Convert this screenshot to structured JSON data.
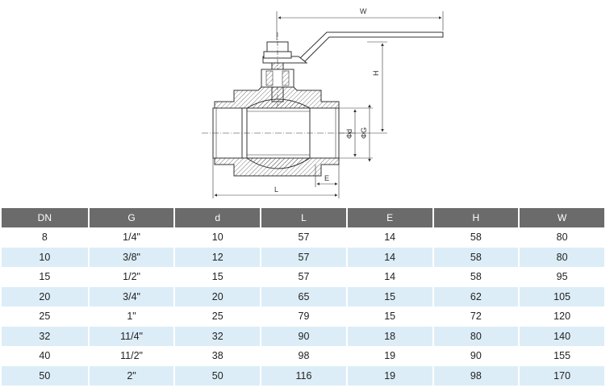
{
  "drawing": {
    "dimension_labels": {
      "w": "W",
      "h": "H",
      "d": "Φd",
      "g": "ΦG",
      "e": "E",
      "l": "L"
    }
  },
  "table": {
    "headers": [
      "DN",
      "G",
      "d",
      "L",
      "E",
      "H",
      "W"
    ],
    "rows": [
      [
        "8",
        "1/4\"",
        "10",
        "57",
        "14",
        "58",
        "80"
      ],
      [
        "10",
        "3/8\"",
        "12",
        "57",
        "14",
        "58",
        "80"
      ],
      [
        "15",
        "1/2\"",
        "15",
        "57",
        "14",
        "58",
        "95"
      ],
      [
        "20",
        "3/4\"",
        "20",
        "65",
        "15",
        "62",
        "105"
      ],
      [
        "25",
        "1\"",
        "25",
        "79",
        "15",
        "72",
        "120"
      ],
      [
        "32",
        "11/4\"",
        "32",
        "90",
        "18",
        "80",
        "140"
      ],
      [
        "40",
        "11/2\"",
        "38",
        "98",
        "19",
        "90",
        "155"
      ],
      [
        "50",
        "2\"",
        "50",
        "116",
        "19",
        "98",
        "170"
      ]
    ]
  }
}
